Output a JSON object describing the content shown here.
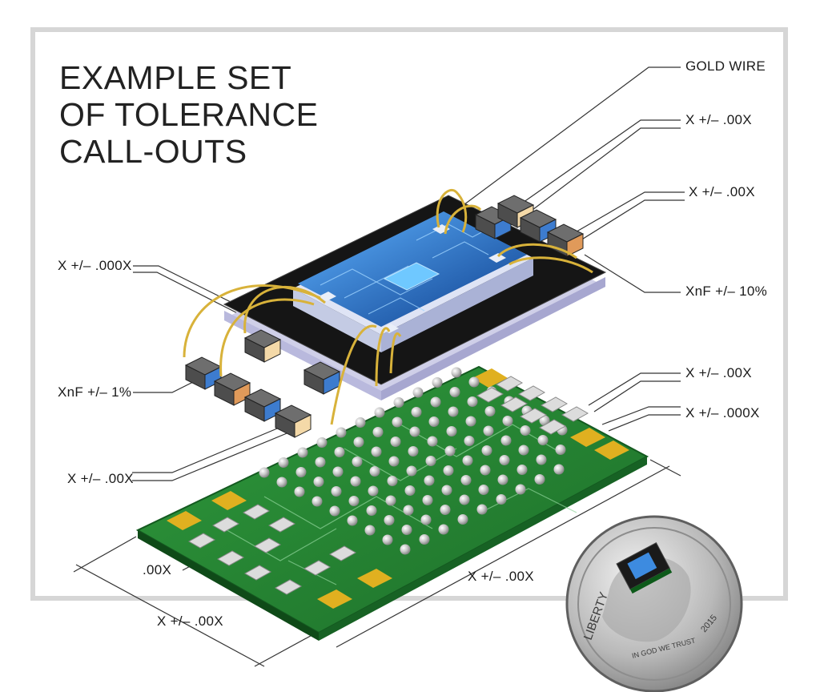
{
  "title": {
    "line1": "EXAMPLE SET",
    "line2": "OF TOLERANCE",
    "line3": "CALL-OUTS"
  },
  "callouts": {
    "gold_wire": "GOLD WIRE",
    "x_00x_a": "X +/– .00X",
    "x_00x_b": "X +/– .00X",
    "xnf_10": "XnF +/– 10%",
    "x_000x_left": "X +/– .000X",
    "xnf_1": "XnF +/– 1%",
    "x_00x_left": "X +/– .00X",
    "x_00x_right": "X +/– .00X",
    "x_000x_right": "X +/– .000X",
    "dim_00x": ".00X",
    "dim_bottom_left": "X +/– .00X",
    "dim_bottom_right": "X +/– .00X"
  },
  "coin": {
    "word": "LIBERTY",
    "motto": "IN GOD WE TRUST",
    "year": "2015"
  }
}
